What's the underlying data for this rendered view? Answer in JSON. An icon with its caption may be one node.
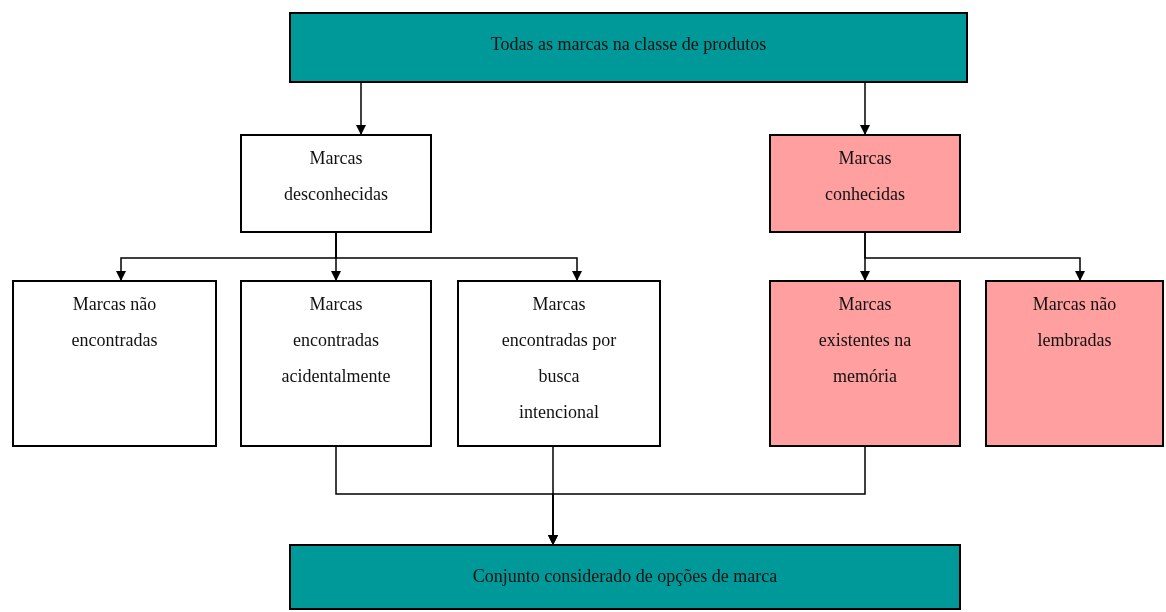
{
  "diagram": {
    "nodes": [
      {
        "text": [
          "Todas as marcas na classe de produtos"
        ]
      },
      {
        "text": [
          "Marcas desconhecidas"
        ]
      },
      {
        "text": [
          "Marcas conhecidas"
        ]
      },
      {
        "text": [
          "Marcas não encontradas"
        ]
      },
      {
        "text": [
          "Marcas encontradas acidentalmente"
        ]
      },
      {
        "text": [
          "Marcas encontradas por busca intencional"
        ]
      },
      {
        "text": [
          "Marcas existentes na memória"
        ]
      },
      {
        "text": [
          "Marcas não lembradas"
        ]
      },
      {
        "text": [
          "Conjunto considerado de opções de marca"
        ]
      }
    ],
    "edges": [
      {
        "from": 0,
        "to": 1,
        "arrow": "to"
      },
      {
        "from": 0,
        "to": 2,
        "arrow": "to"
      },
      {
        "from": 1,
        "to": 3,
        "arrow": "to"
      },
      {
        "from": 1,
        "to": 4,
        "arrow": "to"
      },
      {
        "from": 1,
        "to": 5,
        "arrow": "to"
      },
      {
        "from": 2,
        "to": 6,
        "arrow": "to"
      },
      {
        "from": 2,
        "to": 7,
        "arrow": "to"
      },
      {
        "from": 4,
        "to": 8,
        "arrow": "to"
      },
      {
        "from": 5,
        "to": 8,
        "arrow": "to"
      },
      {
        "from": 6,
        "to": 8,
        "arrow": "to"
      }
    ]
  }
}
